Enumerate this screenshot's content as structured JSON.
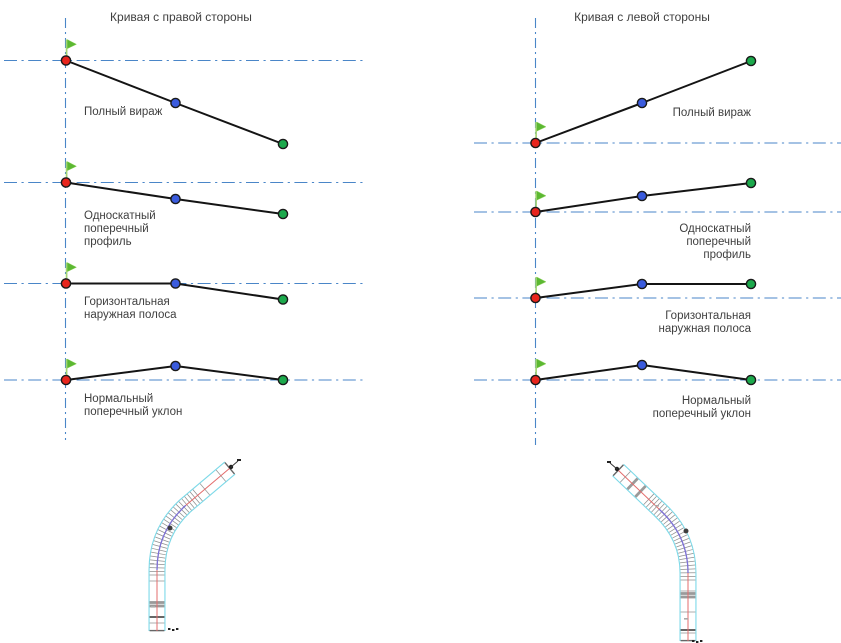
{
  "colors": {
    "guide_line": "#4a86c8",
    "profile_line": "#141414",
    "point_red": "#e8251d",
    "point_blue": "#3a5bdd",
    "point_green": "#1ca94c",
    "point_outline": "#1a1a1a",
    "flag_green": "#5cb832",
    "flag_stem": "#a5d477",
    "road_edge": "#7cd9e8",
    "road_center_straight": "#e36c6c",
    "road_center_curve": "#7b72d8",
    "road_tick": "#9a9a9a",
    "road_marker": "#3d3d3d",
    "text": "#3f3f3f"
  },
  "panels": [
    {
      "title": "Кривая с правой стороны",
      "rows": [
        {
          "label": [
            "Полный вираж"
          ],
          "dy": [
            0,
            42.5,
            83.5
          ]
        },
        {
          "label": [
            "Односкатный",
            "поперечный",
            "профиль"
          ],
          "dy": [
            0,
            16.5,
            31.5
          ]
        },
        {
          "label": [
            "Горизонтальная",
            "наружная полоса"
          ],
          "dy": [
            0,
            0,
            16
          ]
        },
        {
          "label": [
            "Нормальный",
            "поперечный уклон"
          ],
          "dy": [
            0,
            -14,
            0
          ]
        }
      ]
    },
    {
      "title": "Кривая с левой стороны",
      "rows": [
        {
          "label": [
            "Полный вираж"
          ],
          "dy": [
            0,
            -40,
            -82
          ]
        },
        {
          "label": [
            "Односкатный",
            "поперечный",
            "профиль"
          ],
          "dy": [
            0,
            -16,
            -29
          ]
        },
        {
          "label": [
            "Горизонтальная",
            "наружная полоса"
          ],
          "dy": [
            0,
            -14,
            -14
          ]
        },
        {
          "label": [
            "Нормальный",
            "поперечный уклон"
          ],
          "dy": [
            0,
            -15,
            0
          ]
        }
      ]
    }
  ]
}
